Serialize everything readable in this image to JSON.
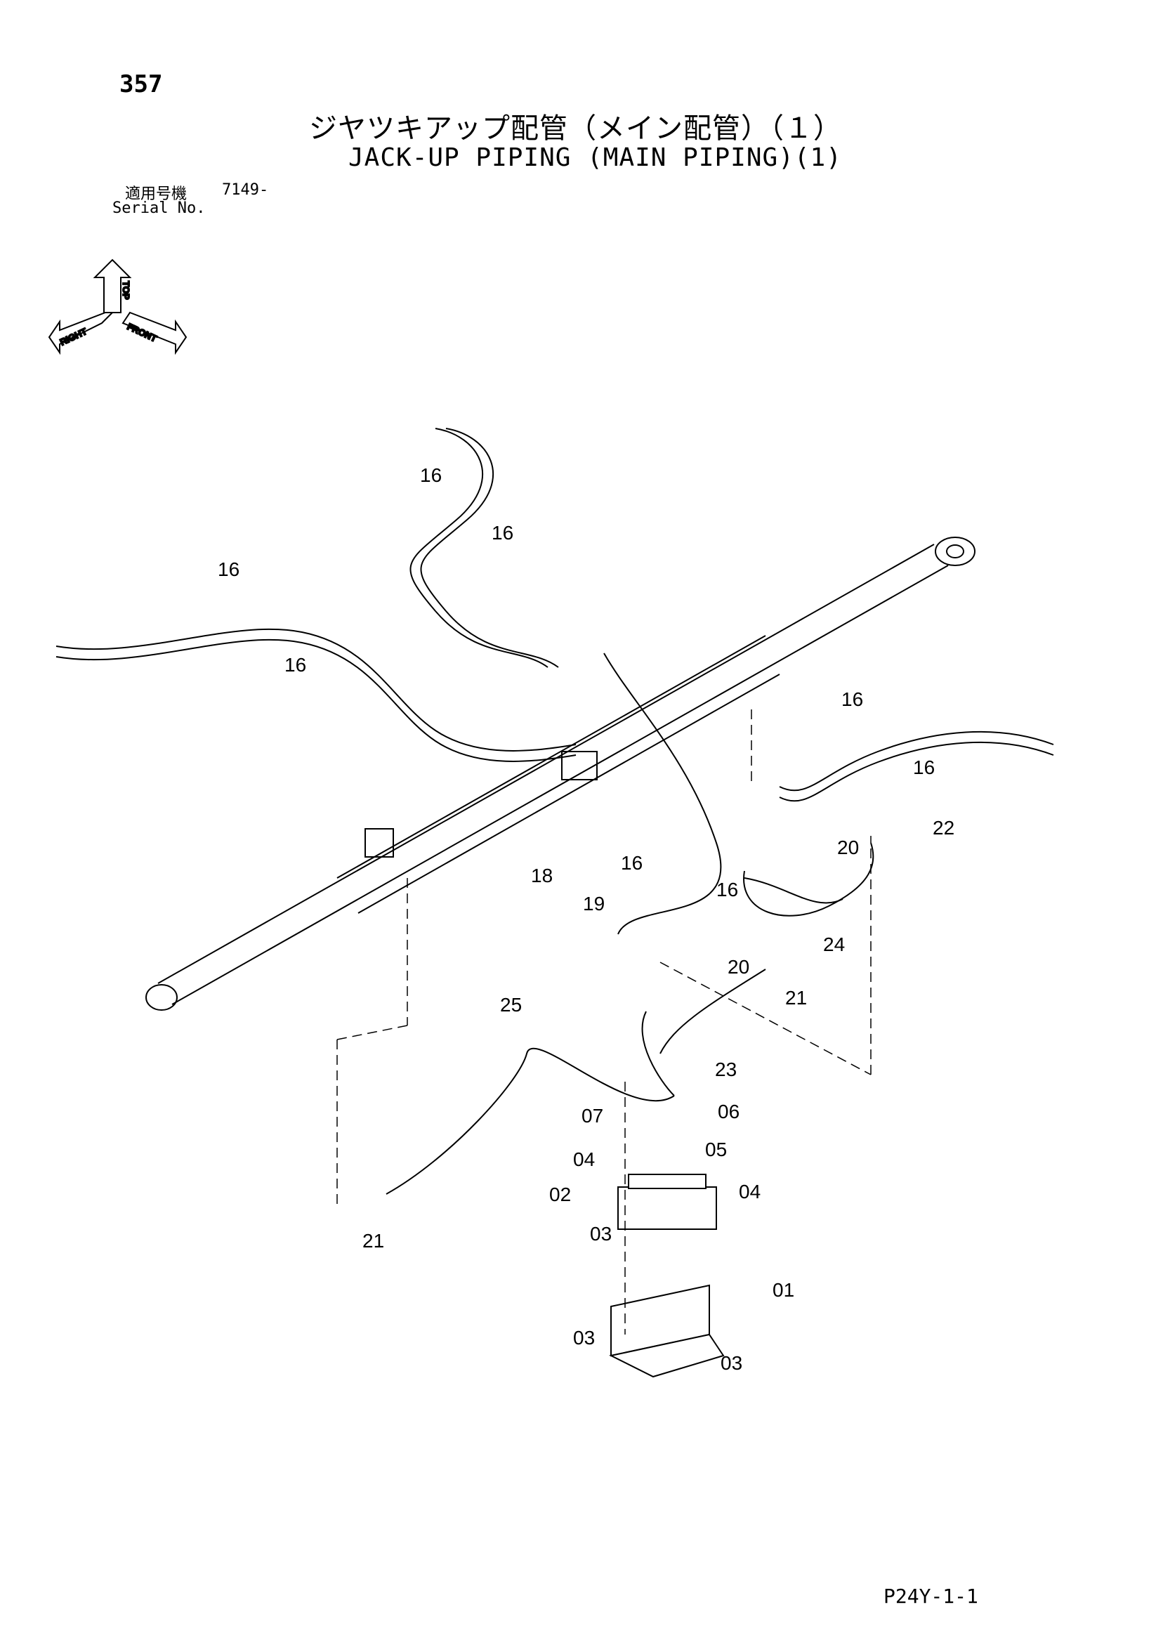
{
  "header": {
    "page_number": "357",
    "title_jp": "ジヤツキアップ配管（メイン配管）（１）",
    "title_en": "JACK-UP PIPING (MAIN PIPING)(1)",
    "serial_label_jp": "適用号機",
    "serial_value": "7149-",
    "serial_label_en": "Serial No."
  },
  "orientation": {
    "top": "TOP",
    "right": "RIGHT",
    "front": "FRONT"
  },
  "callouts": {
    "c16a": "16",
    "c16b": "16",
    "c16c": "16",
    "c16d": "16",
    "c16e": "16",
    "c16f": "16",
    "c16g": "16",
    "c16h": "16",
    "c22": "22",
    "c20a": "20",
    "c20b": "20",
    "c18": "18",
    "c19": "19",
    "c24": "24",
    "c21a": "21",
    "c21b": "21",
    "c25": "25",
    "c23": "23",
    "c07": "07",
    "c06": "06",
    "c04a": "04",
    "c05": "05",
    "c02": "02",
    "c04b": "04",
    "c03a": "03",
    "c01": "01",
    "c03b": "03",
    "c03c": "03"
  },
  "footer": {
    "code": "P24Y-1-1"
  }
}
